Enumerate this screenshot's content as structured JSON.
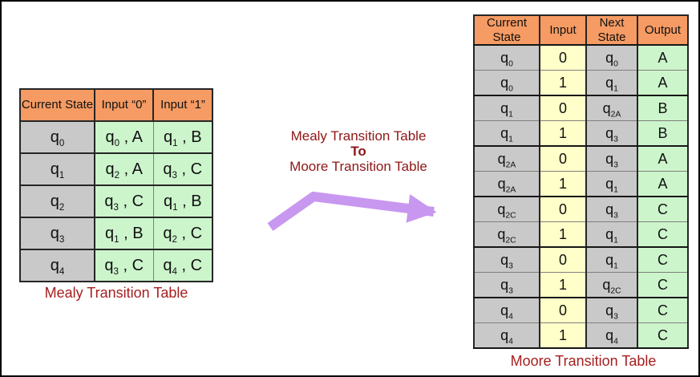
{
  "colors": {
    "header_bg": "#F59B63",
    "state_bg": "#C9C9C9",
    "result_bg": "#CCF5CB",
    "input_bg": "#FFFFC9",
    "caption_red": "#A61E1E",
    "label_red": "#8E1616",
    "arrow_purple": "#C897F0"
  },
  "transform_label": {
    "line1": "Mealy Transition Table",
    "line2": "To",
    "line3": "Moore Transition Table"
  },
  "arrow": {
    "shape": "bent-right-arrow"
  },
  "mealy": {
    "caption": "Mealy Transition Table",
    "headers": [
      "Current State",
      "Input “0”",
      "Input “1”"
    ],
    "rows": [
      [
        {
          "text": "q",
          "sub": "0"
        },
        {
          "text": "q",
          "sub": "0",
          "suffix": " , A"
        },
        {
          "text": "q",
          "sub": "1",
          "suffix": " , B"
        }
      ],
      [
        {
          "text": "q",
          "sub": "1"
        },
        {
          "text": "q",
          "sub": "2",
          "suffix": " , A"
        },
        {
          "text": "q",
          "sub": "3",
          "suffix": " , C"
        }
      ],
      [
        {
          "text": "q",
          "sub": "2"
        },
        {
          "text": "q",
          "sub": "3",
          "suffix": " , C"
        },
        {
          "text": "q",
          "sub": "1",
          "suffix": " , B"
        }
      ],
      [
        {
          "text": "q",
          "sub": "3"
        },
        {
          "text": "q",
          "sub": "1",
          "suffix": " , B"
        },
        {
          "text": "q",
          "sub": "2",
          "suffix": " , C"
        }
      ],
      [
        {
          "text": "q",
          "sub": "4"
        },
        {
          "text": "q",
          "sub": "3",
          "suffix": " , C"
        },
        {
          "text": "q",
          "sub": "4",
          "suffix": " , C"
        }
      ]
    ]
  },
  "moore": {
    "caption": "Moore Transition Table",
    "headers": [
      "Current State",
      "Input",
      "Next State",
      "Output"
    ],
    "rows": [
      [
        {
          "text": "q",
          "sub": "0"
        },
        {
          "text": "0"
        },
        {
          "text": "q",
          "sub": "0"
        },
        {
          "text": "A"
        }
      ],
      [
        {
          "text": "q",
          "sub": "0"
        },
        {
          "text": "1"
        },
        {
          "text": "q",
          "sub": "1"
        },
        {
          "text": "A"
        }
      ],
      [
        {
          "text": "q",
          "sub": "1"
        },
        {
          "text": "0"
        },
        {
          "text": "q",
          "sub": "2A"
        },
        {
          "text": "B"
        }
      ],
      [
        {
          "text": "q",
          "sub": "1"
        },
        {
          "text": "1"
        },
        {
          "text": "q",
          "sub": "3"
        },
        {
          "text": "B"
        }
      ],
      [
        {
          "text": "q",
          "sub": "2A"
        },
        {
          "text": "0"
        },
        {
          "text": "q",
          "sub": "3"
        },
        {
          "text": "A"
        }
      ],
      [
        {
          "text": "q",
          "sub": "2A"
        },
        {
          "text": "1"
        },
        {
          "text": "q",
          "sub": "1"
        },
        {
          "text": "A"
        }
      ],
      [
        {
          "text": "q",
          "sub": "2C"
        },
        {
          "text": "0"
        },
        {
          "text": "q",
          "sub": "3"
        },
        {
          "text": "C"
        }
      ],
      [
        {
          "text": "q",
          "sub": "2C"
        },
        {
          "text": "1"
        },
        {
          "text": "q",
          "sub": "1"
        },
        {
          "text": "C"
        }
      ],
      [
        {
          "text": "q",
          "sub": "3"
        },
        {
          "text": "0"
        },
        {
          "text": "q",
          "sub": "1"
        },
        {
          "text": "C"
        }
      ],
      [
        {
          "text": "q",
          "sub": "3"
        },
        {
          "text": "1"
        },
        {
          "text": "q",
          "sub": "2C"
        },
        {
          "text": "C"
        }
      ],
      [
        {
          "text": "q",
          "sub": "4"
        },
        {
          "text": "0"
        },
        {
          "text": "q",
          "sub": "3"
        },
        {
          "text": "C"
        }
      ],
      [
        {
          "text": "q",
          "sub": "4"
        },
        {
          "text": "1"
        },
        {
          "text": "q",
          "sub": "4"
        },
        {
          "text": "C"
        }
      ]
    ]
  }
}
